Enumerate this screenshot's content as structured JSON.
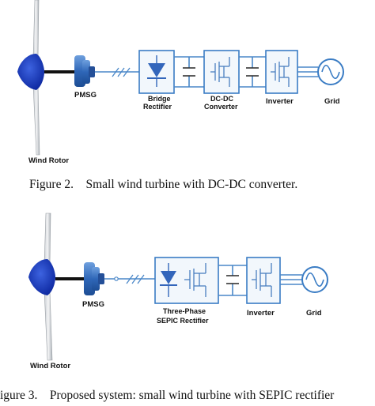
{
  "colors": {
    "accent": "#3a7cc4",
    "nose": "#0b2fa8",
    "generator": "#2f67b8",
    "blade": "#e6e8ea"
  },
  "figure2": {
    "labels": {
      "pmsg": "PMSG",
      "bridge_rectifier": [
        "Bridge",
        "Rectifier"
      ],
      "dcdc_converter": [
        "DC-DC",
        "Converter"
      ],
      "inverter": "Inverter",
      "grid": "Grid",
      "wind_rotor": "Wind Rotor"
    },
    "caption": "Figure 2.    Small wind turbine with DC-DC converter."
  },
  "figure3": {
    "labels": {
      "pmsg": "PMSG",
      "sepic_rectifier": [
        "Three-Phase",
        "SEPIC Rectifier"
      ],
      "inverter": "Inverter",
      "grid": "Grid",
      "wind_rotor": "Wind Rotor"
    },
    "caption": "igure 3.    Proposed system: small wind turbine with SEPIC rectifier"
  }
}
